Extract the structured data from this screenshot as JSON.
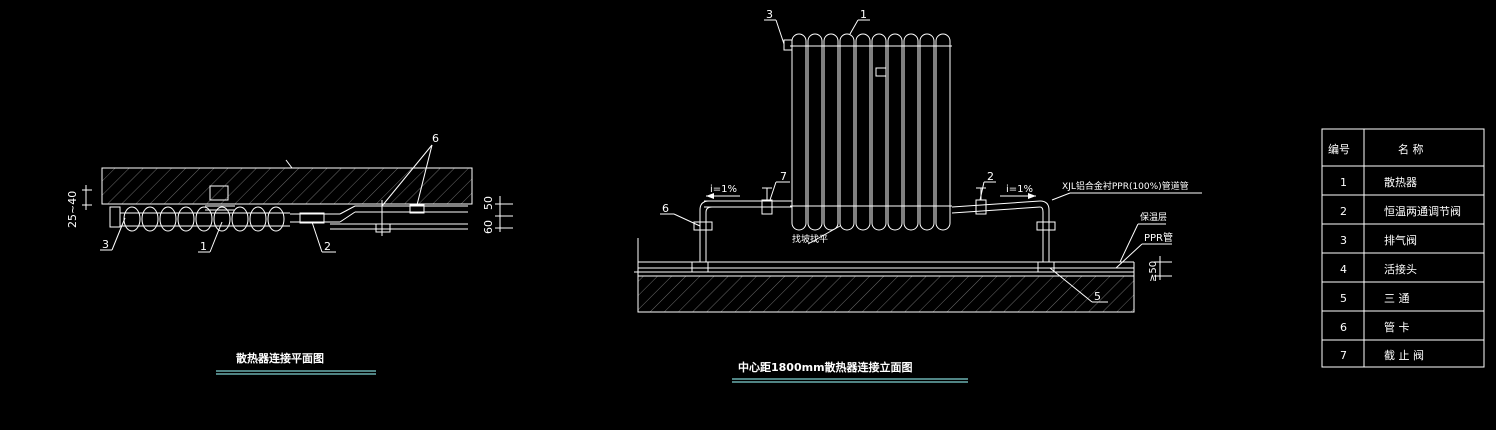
{
  "plan_view": {
    "title": "散热器连接平面图",
    "dims_left": "25~40",
    "dims_right": [
      "50",
      "60"
    ],
    "callouts": [
      "3",
      "1",
      "2",
      "6"
    ]
  },
  "elevation_view": {
    "title": "中心距1800mm散热器连接立面图",
    "callouts": [
      "3",
      "1",
      "7",
      "2",
      "6",
      "5"
    ],
    "slope_left": "i=1%",
    "slope_right": "i=1%",
    "pipe_note": "XJL铝合金衬PPR(100%)管道管",
    "note_insulation": "保温层",
    "note_ppr": "PPR管",
    "note_fill": "找坡找平",
    "dim_right": "≥50"
  },
  "legend_table": {
    "headers": [
      "编号",
      "名 称"
    ],
    "rows": [
      {
        "no": "1",
        "name": "散热器"
      },
      {
        "no": "2",
        "name": "恒温两通调节阀"
      },
      {
        "no": "3",
        "name": "排气阀"
      },
      {
        "no": "4",
        "name": "活接头"
      },
      {
        "no": "5",
        "name": "三 通"
      },
      {
        "no": "6",
        "name": "管 卡"
      },
      {
        "no": "7",
        "name": "截 止 阀"
      }
    ]
  },
  "colors": {
    "background": "#000000",
    "line": "#ffffff",
    "title_underline": "#7fd3d3"
  }
}
